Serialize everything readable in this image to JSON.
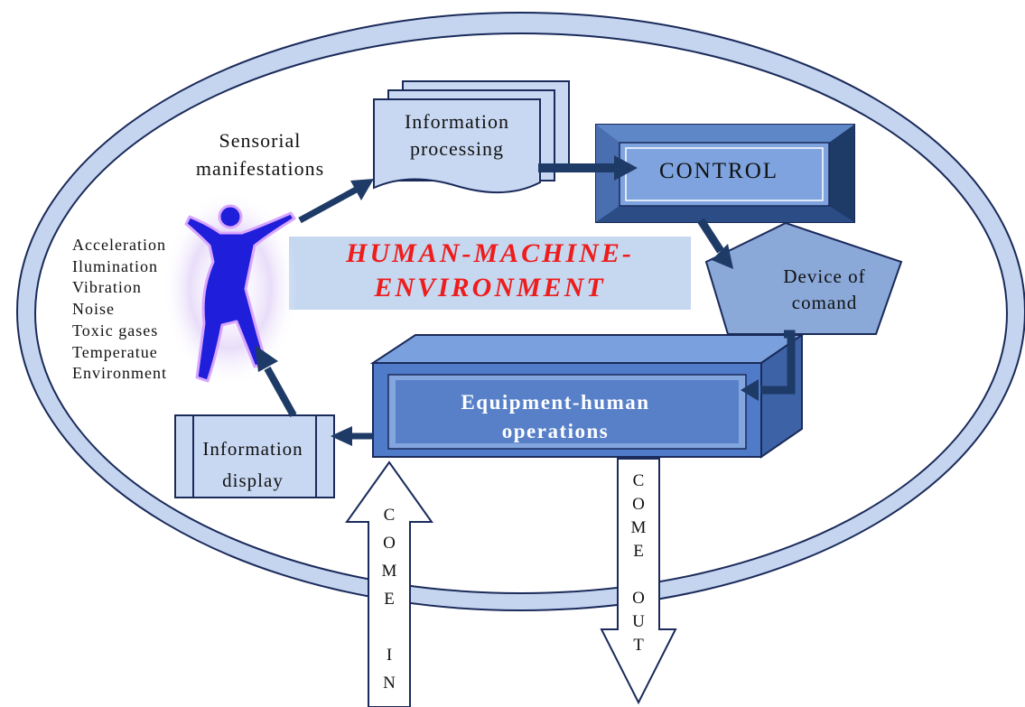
{
  "title": {
    "line1": "HUMAN-MACHINE-",
    "line2": "ENVIRONMENT"
  },
  "nodes": {
    "sensorial": {
      "line1": "Sensorial",
      "line2": "manifestations"
    },
    "information_processing": {
      "line1": "Information",
      "line2": "processing"
    },
    "control": "CONTROL",
    "device_of_command": {
      "line1": "Device of",
      "line2": "comand"
    },
    "equipment_human_operations": {
      "line1": "Equipment-human",
      "line2": "operations"
    },
    "information_display": {
      "line1": "Information",
      "line2": "display"
    }
  },
  "environment_factors": [
    "Acceleration",
    "Ilumination",
    "Vibration",
    "Noise",
    "Toxic gases",
    "Temperatue",
    "Environment"
  ],
  "flows": {
    "come_in": [
      "C",
      "O",
      "M",
      "E",
      "I",
      "N"
    ],
    "come_out": [
      "C",
      "O",
      "M",
      "E",
      "O",
      "U",
      "T"
    ]
  },
  "colors": {
    "ring": "#c5d5ef",
    "ring_border": "#1a2a5a",
    "arrow": "#1e3a66",
    "box_light": "#c8d8f2",
    "box_blue": "#5e87c8",
    "title_red": "#ee1c1c",
    "title_bg": "#c5d8f0"
  }
}
